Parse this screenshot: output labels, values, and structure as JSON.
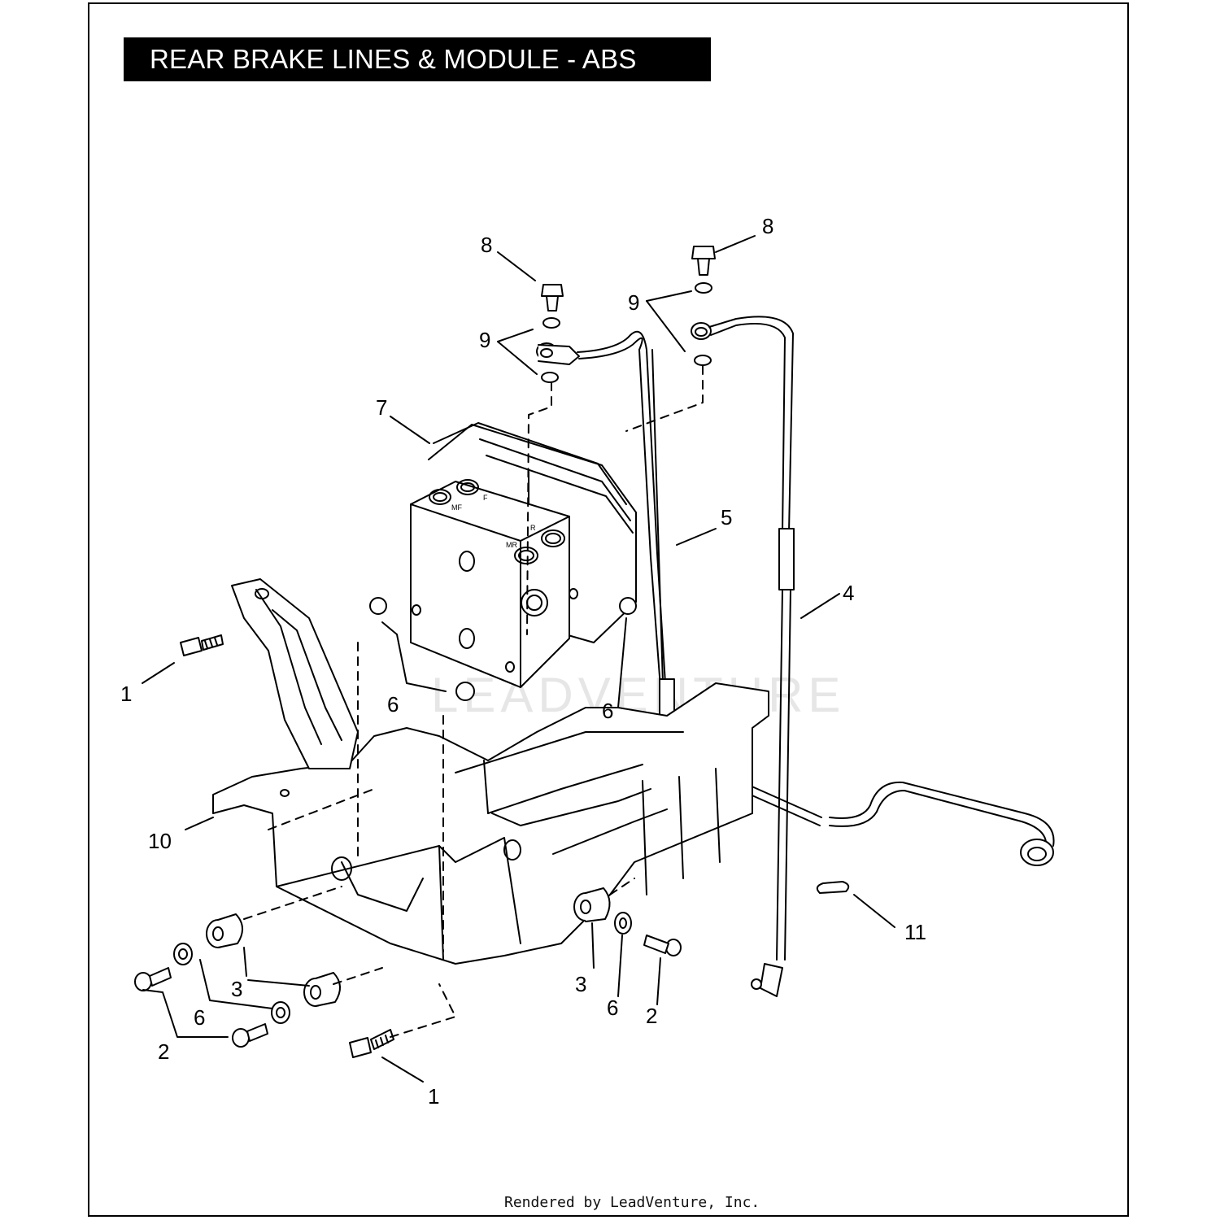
{
  "title": "REAR BRAKE LINES & MODULE - ABS",
  "footer": "Rendered by LeadVenture, Inc.",
  "watermark": "LEADVENTURE",
  "callouts": {
    "c1a": "1",
    "c1b": "1",
    "c2a": "2",
    "c2b": "2",
    "c3a": "3",
    "c3b": "3",
    "c4": "4",
    "c5": "5",
    "c6a": "6",
    "c6b": "6",
    "c6c": "6",
    "c6d": "6",
    "c7": "7",
    "c8a": "8",
    "c8b": "8",
    "c9a": "9",
    "c9b": "9",
    "c10": "10",
    "c11": "11"
  },
  "module_labels": {
    "mf_top": "MF",
    "f": "F",
    "mr": "MR",
    "r": "R"
  },
  "colors": {
    "line": "#000000",
    "background": "#ffffff",
    "title_bg": "#000000",
    "title_fg": "#ffffff"
  }
}
